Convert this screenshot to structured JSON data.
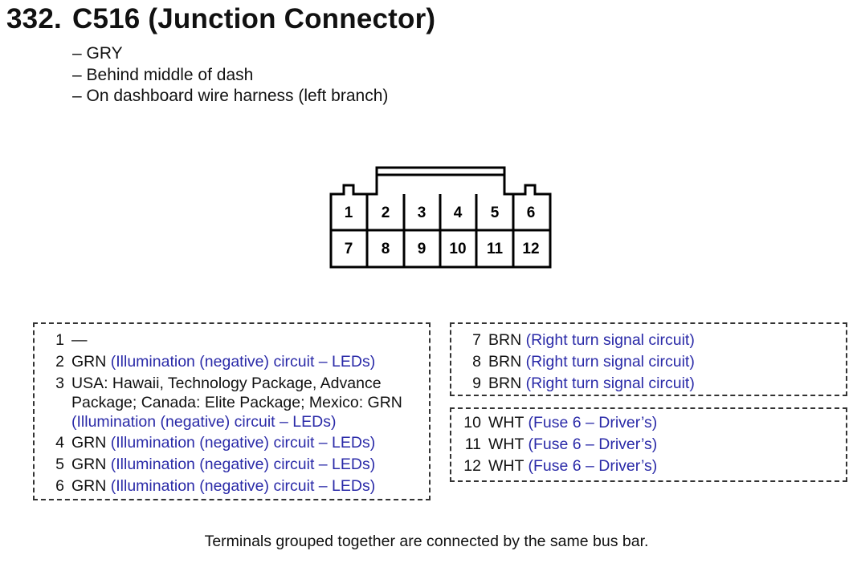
{
  "title": {
    "number": "332.",
    "text": "C516 (Junction Connector)"
  },
  "notes": [
    "– GRY",
    "– Behind middle of dash",
    "– On dashboard wire harness (left branch)"
  ],
  "connector": {
    "row1": [
      "1",
      "2",
      "3",
      "4",
      "5",
      "6"
    ],
    "row2": [
      "7",
      "8",
      "9",
      "10",
      "11",
      "12"
    ]
  },
  "groups": [
    {
      "pins": [
        {
          "num": "1",
          "color": "—",
          "circuit": ""
        },
        {
          "num": "2",
          "color": "GRN",
          "circuit": "(Illumination (negative) circuit – LEDs)"
        },
        {
          "num": "3",
          "line1": "USA: Hawaii, Technology Package, Advance",
          "line2": "Package; Canada: Elite Package; Mexico: GRN",
          "circuit": "(Illumination (negative) circuit – LEDs)"
        },
        {
          "num": "4",
          "color": "GRN",
          "circuit": "(Illumination (negative) circuit – LEDs)"
        },
        {
          "num": "5",
          "color": "GRN",
          "circuit": "(Illumination (negative) circuit – LEDs)"
        },
        {
          "num": "6",
          "color": "GRN",
          "circuit": "(Illumination (negative) circuit – LEDs)"
        }
      ]
    },
    {
      "pins": [
        {
          "num": "7",
          "color": "BRN",
          "circuit": "(Right turn signal circuit)"
        },
        {
          "num": "8",
          "color": "BRN",
          "circuit": "(Right turn signal circuit)"
        },
        {
          "num": "9",
          "color": "BRN",
          "circuit": "(Right turn signal circuit)"
        }
      ]
    },
    {
      "pins": [
        {
          "num": "10",
          "color": "WHT",
          "circuit": "(Fuse 6 – Driver’s)"
        },
        {
          "num": "11",
          "color": "WHT",
          "circuit": "(Fuse 6 – Driver’s)"
        },
        {
          "num": "12",
          "color": "WHT",
          "circuit": "(Fuse 6 – Driver’s)"
        }
      ]
    }
  ],
  "footer": "Terminals grouped together are connected by the same bus bar.",
  "colors": {
    "circuit_text": "#2a2aa8",
    "text": "#111111"
  }
}
